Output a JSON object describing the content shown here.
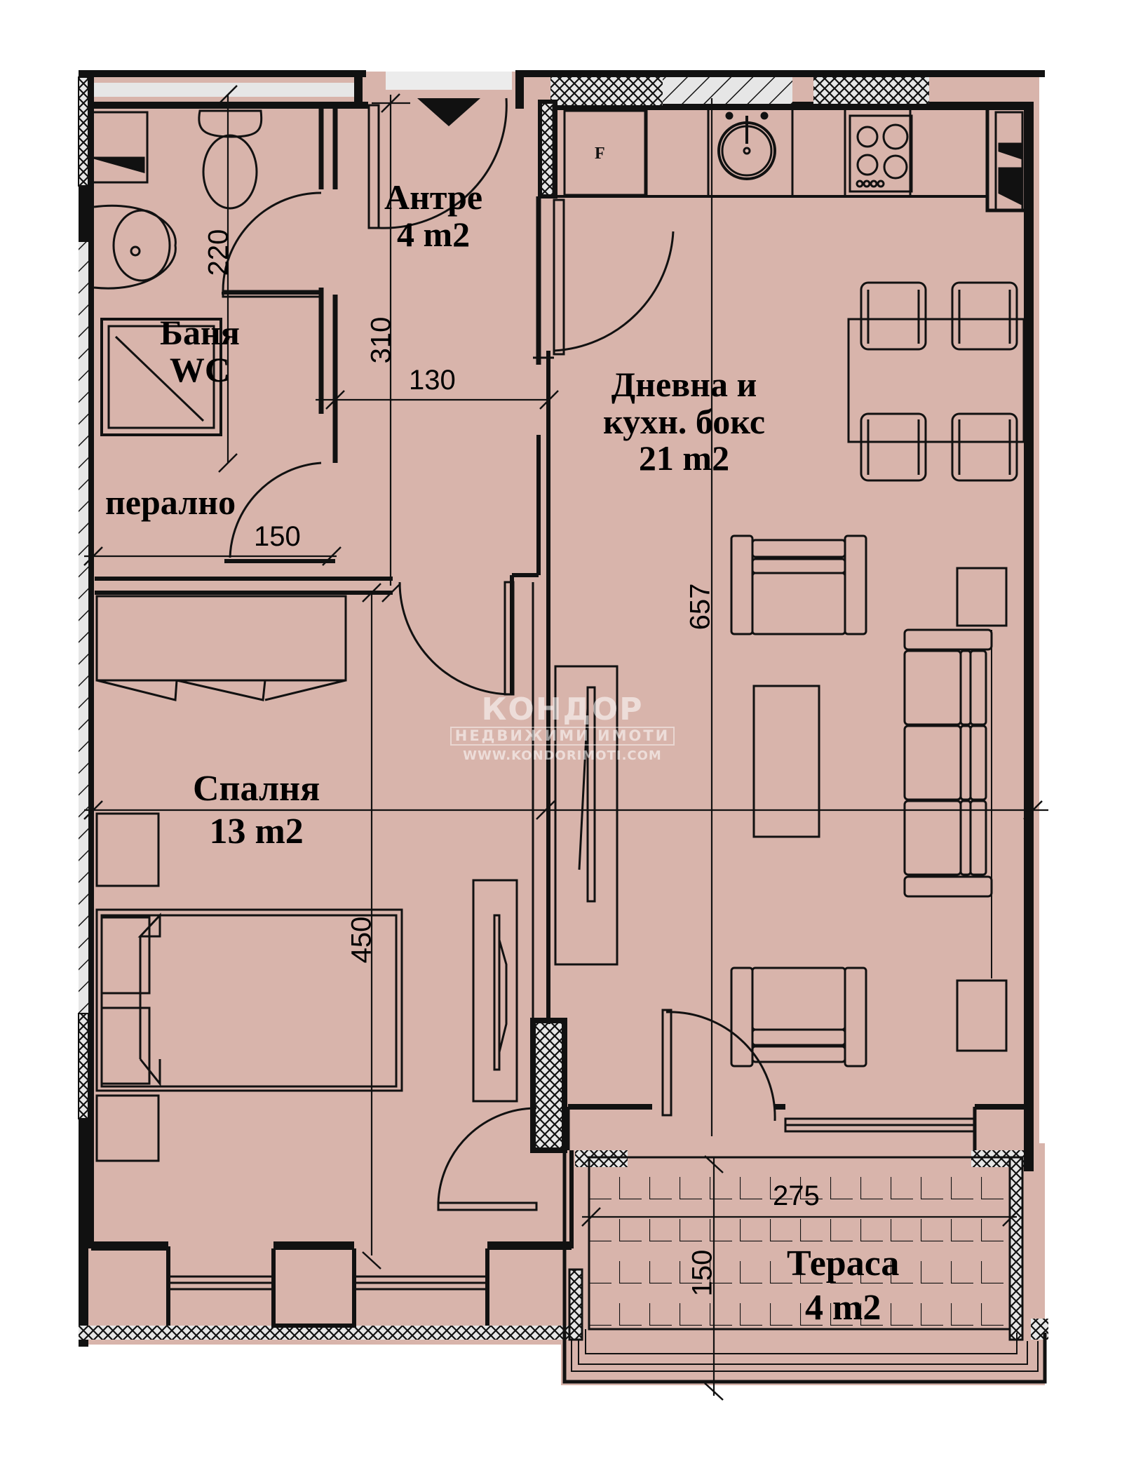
{
  "colors": {
    "floor": "#d8b4ab",
    "wall": "#111111",
    "background": "#ffffff",
    "facade": "#e8e8e8",
    "watermark": "rgba(255,255,255,0.55)"
  },
  "rooms": {
    "bathroom": {
      "name_line1": "Баня",
      "name_line2": "WC"
    },
    "laundry": {
      "name": "перално"
    },
    "hallway": {
      "name": "Антре",
      "area": "4 m2"
    },
    "living": {
      "name_line1": "Дневна и",
      "name_line2": "кухн. бокс",
      "area": "21 m2"
    },
    "bedroom": {
      "name": "Спалня",
      "area": "13 m2"
    },
    "terrace": {
      "name": "Тераса",
      "area": "4 m2"
    }
  },
  "dimensions": {
    "bathroom_height": "220",
    "hallway_height": "310",
    "hallway_width": "130",
    "laundry_width": "150",
    "living_height": "657",
    "bedroom_height": "450",
    "terrace_width": "275",
    "terrace_depth": "150"
  },
  "fixtures": {
    "fridge_label": "F",
    "entrance_marker": "entrance-arrow-icon"
  },
  "watermark": {
    "logo": "КОНДОР",
    "subtitle": "НЕДВИЖИМИ ИМОТИ",
    "url": "WWW.KONDORIMOTI.COM"
  }
}
